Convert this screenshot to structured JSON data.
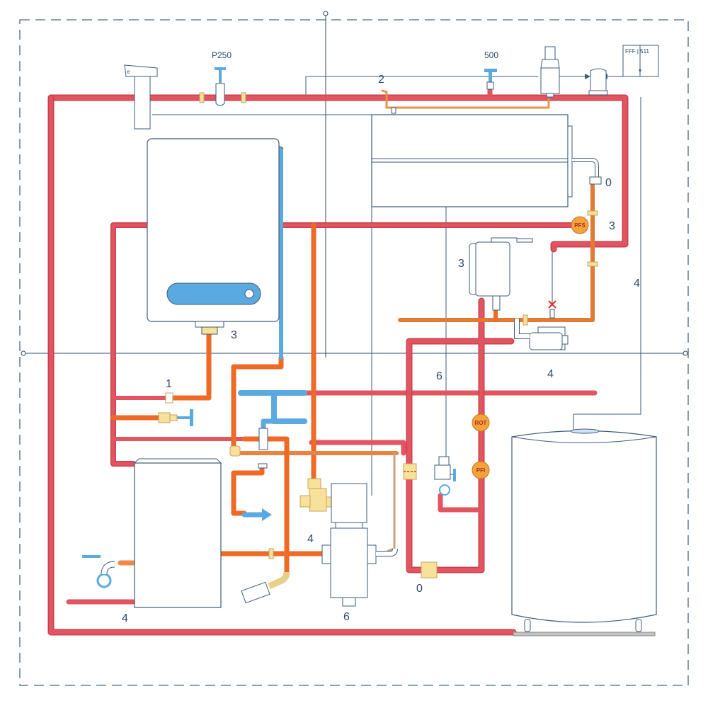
{
  "diagram": {
    "title": "Heating and hot-water piping schematic",
    "colors": {
      "hot_supply": "#e2545f",
      "hot_return": "#ee7a33",
      "cold_water": "#5aa9e0",
      "outline": "#3e5b78",
      "fitting": "#f6e29a",
      "gauge": "#f3a33b",
      "border": "#6a8399"
    },
    "labels": {
      "top_valve_left": "P250",
      "top_valve_right": "500",
      "control_box": "FFF | 511",
      "main_line": "2",
      "boiler_outlet": "3",
      "right_elbow": "0",
      "right_riser": "3",
      "right_edge": "4",
      "pump_unit": "3",
      "mixing_valve": "4",
      "mid_branch": "6",
      "left_branch": "1",
      "tank_left": "4",
      "filter_side": "4",
      "filter_bottom": "6",
      "bottom_fitting": "0"
    },
    "gauges": [
      {
        "id": "gauge-main",
        "text": "PFS"
      },
      {
        "id": "gauge-upper",
        "text": "ROT"
      },
      {
        "id": "gauge-lower",
        "text": "PFI"
      }
    ],
    "components": [
      "wall-boiler",
      "heat-exchanger",
      "storage-tank",
      "buffer-tank",
      "circulation-pump",
      "mixing-valve",
      "filter-housing",
      "expansion-vessel",
      "air-separator"
    ],
    "markers": {
      "top": "o",
      "left": "o",
      "right": "o"
    }
  }
}
